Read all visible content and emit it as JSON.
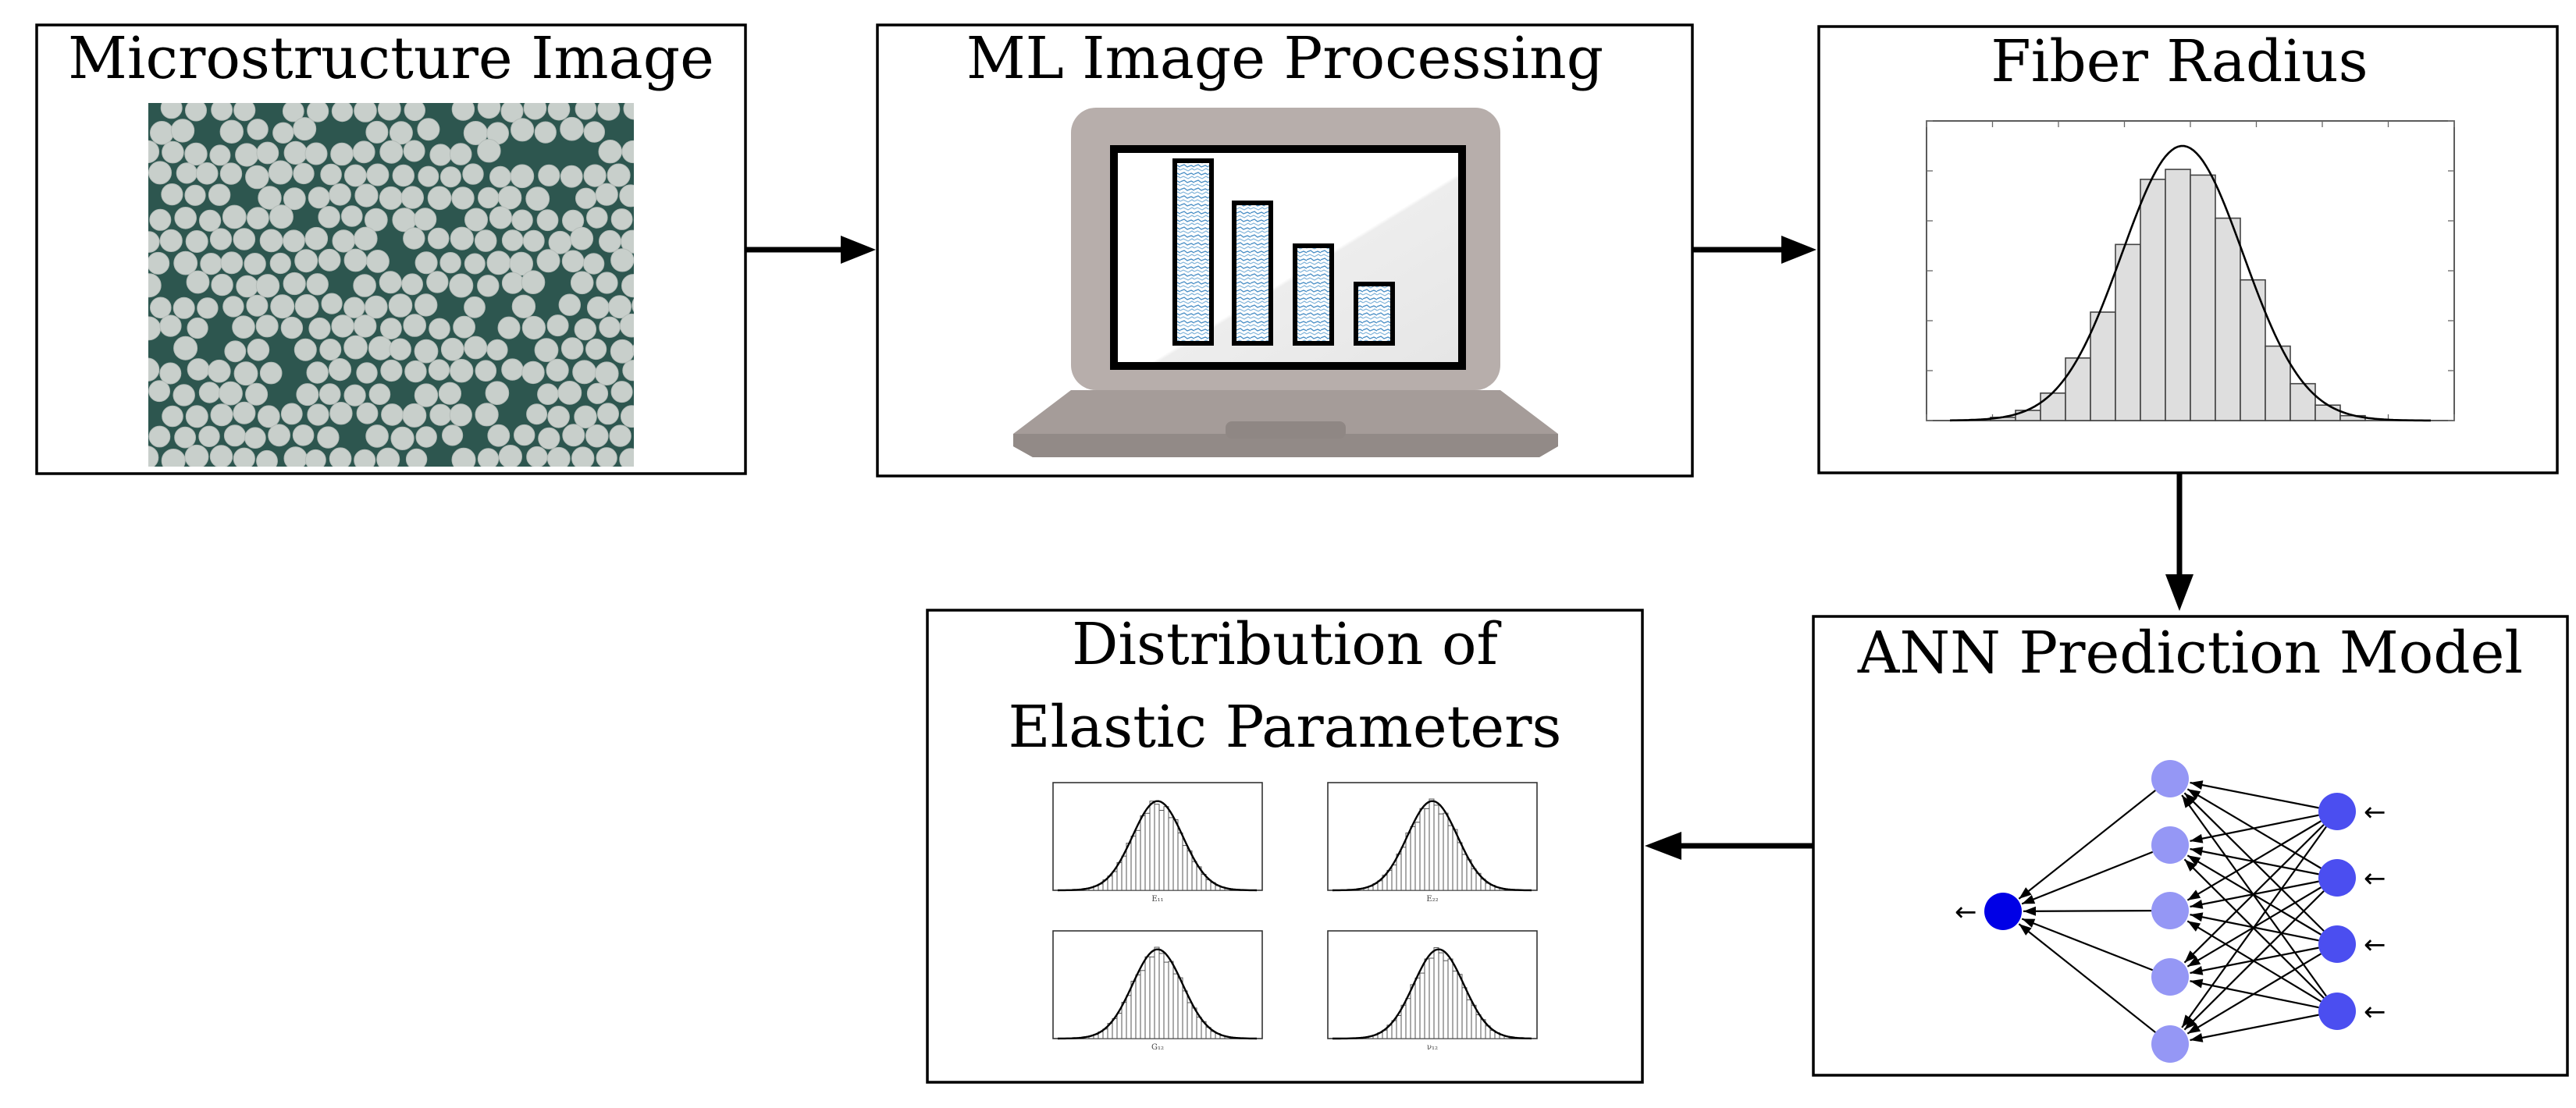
{
  "diagram": {
    "boxes": {
      "microstructure": {
        "title": "Microstructure Image"
      },
      "ml_processing": {
        "title": "ML Image Processing"
      },
      "fiber_radius": {
        "title": "Fiber Radius"
      },
      "ann_model": {
        "title": "ANN Prediction Model"
      },
      "distribution": {
        "title_line1": "Distribution of",
        "title_line2": "Elastic Parameters"
      }
    },
    "mini_plots": [
      {
        "label": "E₁₁"
      },
      {
        "label": "E₂₂"
      },
      {
        "label": "G₁₂"
      },
      {
        "label": "ν₁₂"
      }
    ],
    "ann": {
      "input_nodes": 4,
      "hidden_nodes": 5,
      "output_nodes": 1,
      "input_color": "#4b4ef0",
      "hidden_color": "#9597f5",
      "output_color": "#0000e6",
      "arrow_glyph": "←"
    },
    "colors": {
      "laptop_body": "#b7aeab",
      "laptop_base": "#a59c99",
      "screen_frame": "#8f8784",
      "microstructure_bg": "#2d564f",
      "fiber": "#c8cfcb",
      "screen_bar_fill": "#4a8fc6"
    }
  }
}
